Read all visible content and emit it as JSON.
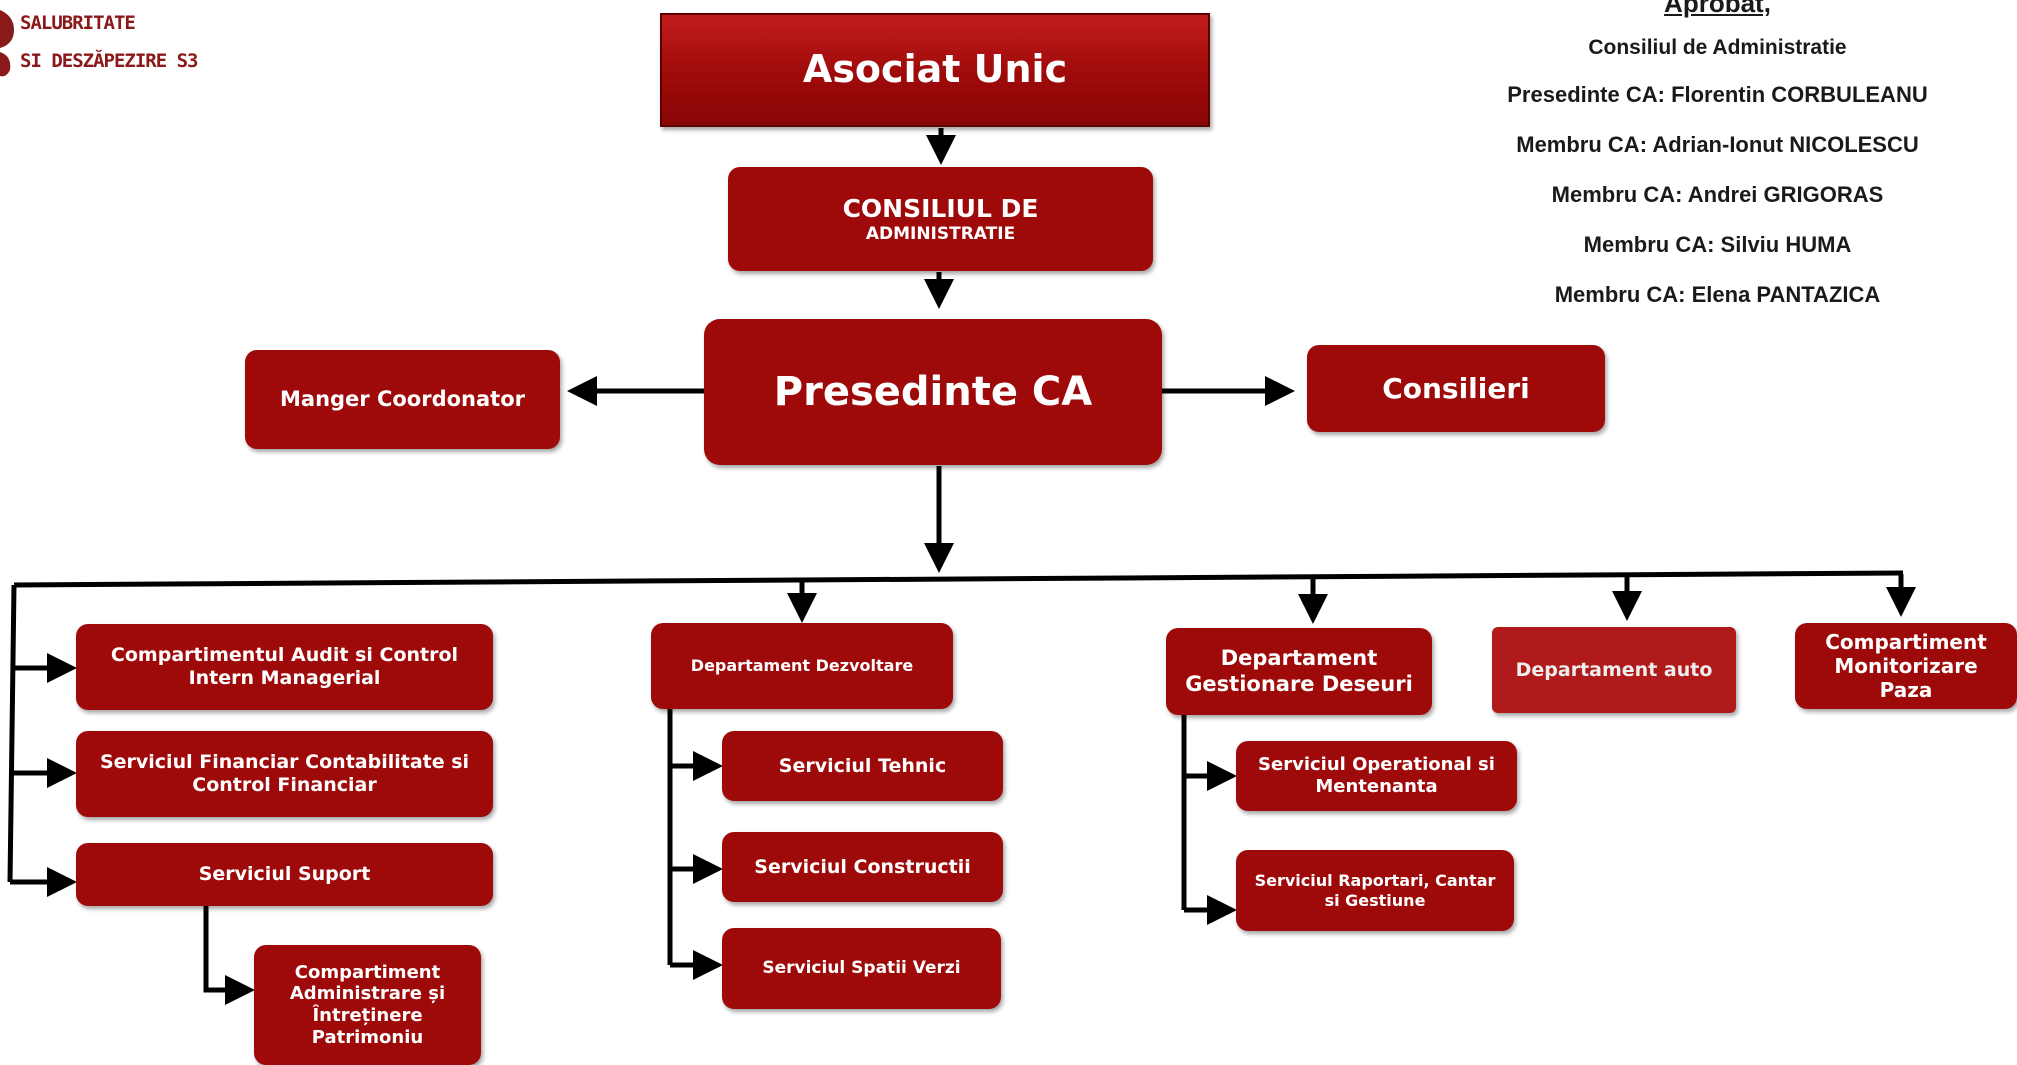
{
  "logo": {
    "line1": "SALUBRITATE",
    "line2": "SI DESZĂPEZIRE S3"
  },
  "approval": {
    "title": "Aprobat,",
    "subtitle": "Consiliul de Administratie",
    "members": [
      "Presedinte  CA:   Florentin CORBULEANU",
      "Membru  CA: Adrian-Ionut NICOLESCU",
      "Membru  CA: Andrei GRIGORAS",
      "Membru  CA: Silviu HUMA",
      "Membru  CA: Elena PANTAZICA"
    ]
  },
  "org": {
    "asociat_unic": "Asociat Unic",
    "consiliul_line1": "CONSILIUL DE",
    "consiliul_line2": "ADMINISTRATIE",
    "presedinte": "Presedinte CA",
    "manager": "Manger Coordonator",
    "consilieri": "Consilieri",
    "audit": "Compartimentul Audit si Control Intern Managerial",
    "financiar": "Serviciul Financiar Contabilitate si Control Financiar",
    "suport": "Serviciul Suport",
    "patrimoniu": "Compartiment Administrare și Întreținere Patrimoniu",
    "dezvoltare": "Departament Dezvoltare",
    "tehnic": "Serviciul Tehnic",
    "constructii": "Serviciul Constructii",
    "spatii_verzi": "Serviciul Spatii Verzi",
    "deseuri": "Departament Gestionare Deseuri",
    "operational": "Serviciul Operational si Mentenanta",
    "raportari": "Serviciul Raportari, Cantar si Gestiune",
    "auto": "Departament auto",
    "paza": "Compartiment Monitorizare Paza"
  }
}
